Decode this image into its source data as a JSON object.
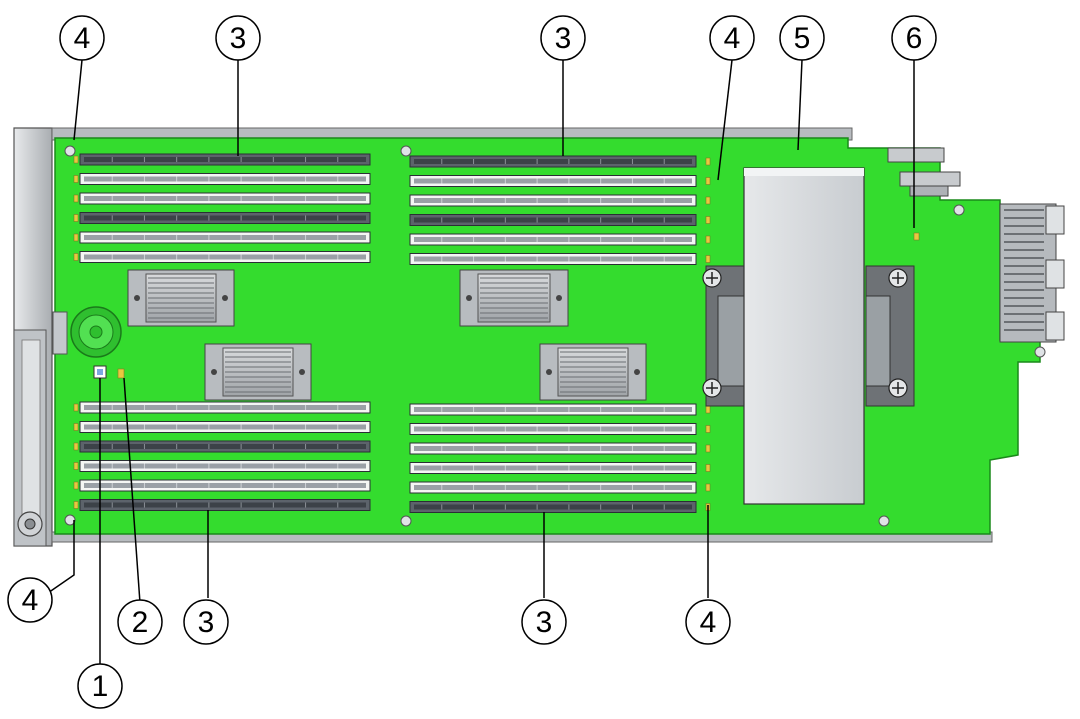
{
  "callouts": [
    {
      "id": "c1",
      "label": "1"
    },
    {
      "id": "c2",
      "label": "2"
    },
    {
      "id": "c3a",
      "label": "3"
    },
    {
      "id": "c3b",
      "label": "3"
    },
    {
      "id": "c3c",
      "label": "3"
    },
    {
      "id": "c3d",
      "label": "3"
    },
    {
      "id": "c4a",
      "label": "4"
    },
    {
      "id": "c4b",
      "label": "4"
    },
    {
      "id": "c4c",
      "label": "4"
    },
    {
      "id": "c4d",
      "label": "4"
    },
    {
      "id": "c5",
      "label": "5"
    },
    {
      "id": "c6",
      "label": "6"
    }
  ],
  "colors": {
    "board": "#2fdc2f",
    "board_edge": "#1c9a1c",
    "frame": "#c9ccd0",
    "dimm_dark": "#5a6068",
    "dimm_light": "#f2f4f2",
    "heatsink": "#c0c4c8",
    "led": "#e8c840"
  },
  "icons": {
    "fault_remind_button": "square-button-icon",
    "fault_remind_led": "led-icon",
    "dimm_fault_led": "led-icon",
    "screw": "screw-icon"
  }
}
